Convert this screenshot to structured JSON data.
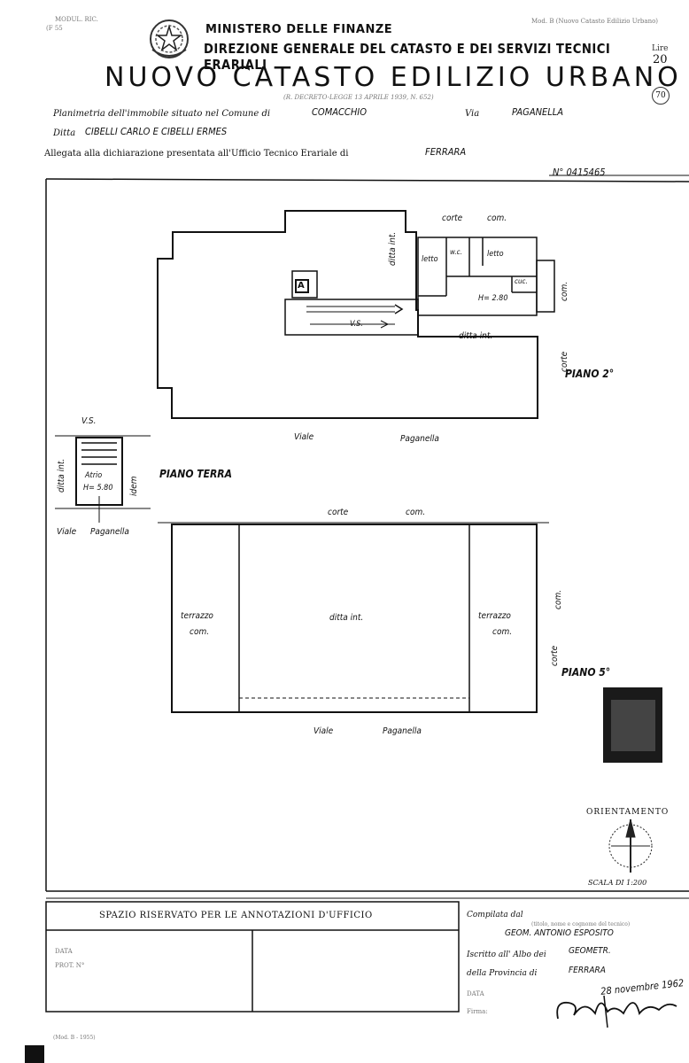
{
  "header": {
    "model_code": "MODUL. RIC.",
    "model_sub": "(F          55",
    "top_right_code": "Mod. B (Nuovo Catasto Edilizio Urbano)",
    "lire_label": "Lire",
    "lire_value": "20",
    "ministry": "MINISTERO DELLE FINANZE",
    "direction": "DIREZIONE GENERALE DEL CATASTO E DEI SERVIZI TECNICI ERARIALI",
    "title": "NUOVO CATASTO EDILIZIO URBANO",
    "decree": "(R. DECRETO-LEGGE 13 APRILE 1939, N. 652)",
    "stamp_number": "70"
  },
  "form": {
    "planimetry_label": "Planimetria dell'immobile situato nel Comune di",
    "comune": "COMACCHIO",
    "via_label": "Via",
    "via": "PAGANELLA",
    "ditta_label": "Ditta",
    "ditta": "CIBELLI CARLO E CIBELLI ERMES",
    "allegata_label": "Allegata alla dichiarazione presentata all'Ufficio Tecnico Erariale di",
    "ufficio": "FERRARA",
    "serial": "N° 0415465"
  },
  "plan": {
    "piano2": {
      "label": "PIANO 2°",
      "corte_top": "corte",
      "com_top": "com.",
      "ditta_int_vertical": "ditta int.",
      "letto1": "letto",
      "wc": "w.c.",
      "letto2": "letto",
      "cuc": "cuc.",
      "height": "H= 2.80",
      "vs": "V.S.",
      "ditta_int": "ditta int.",
      "corte_right": "corte",
      "com_right": "com.",
      "stair_tag": "A",
      "viale": "Viale",
      "paganella": "Paganella"
    },
    "piano_terra": {
      "label": "PIANO TERRA",
      "vs": "V.S.",
      "ditta_int": "ditta int.",
      "atrio": "Atrio",
      "height": "H= 5.80",
      "idem": "idem",
      "viale": "Viale",
      "paganella": "Paganella"
    },
    "piano5": {
      "label": "PIANO 5°",
      "corte": "corte",
      "com": "com.",
      "terrazzo_left": "terrazzo",
      "terrazzo_left_com": "com.",
      "ditta_int": "ditta int.",
      "terrazzo_right": "terrazzo",
      "terrazzo_right_com": "com.",
      "corte_right": "corte",
      "com_right": "com.",
      "viale": "Viale",
      "paganella": "Paganella"
    },
    "orientamento": "ORIENTAMENTO",
    "scala": "SCALA DI 1:200"
  },
  "footer": {
    "riservato": "SPAZIO RISERVATO PER LE ANNOTAZIONI D'UFFICIO",
    "data_label": "DATA",
    "prot_label": "PROT. N°",
    "compilato_label": "Compilata dal",
    "compilato_hint": "(titolo, nome e cognome del tecnico)",
    "tecnico": "GEOM. ANTONIO ESPOSITO",
    "iscritto_label": "Iscritto all' Albo dei",
    "albo": "GEOMETR.",
    "provincia_label": "della Provincia di",
    "provincia": "FERRARA",
    "data2_label": "DATA",
    "data2": "28 novembre 1962",
    "firma_label": "Firma:",
    "bottom_code": "(Mod. B - 1955)"
  }
}
